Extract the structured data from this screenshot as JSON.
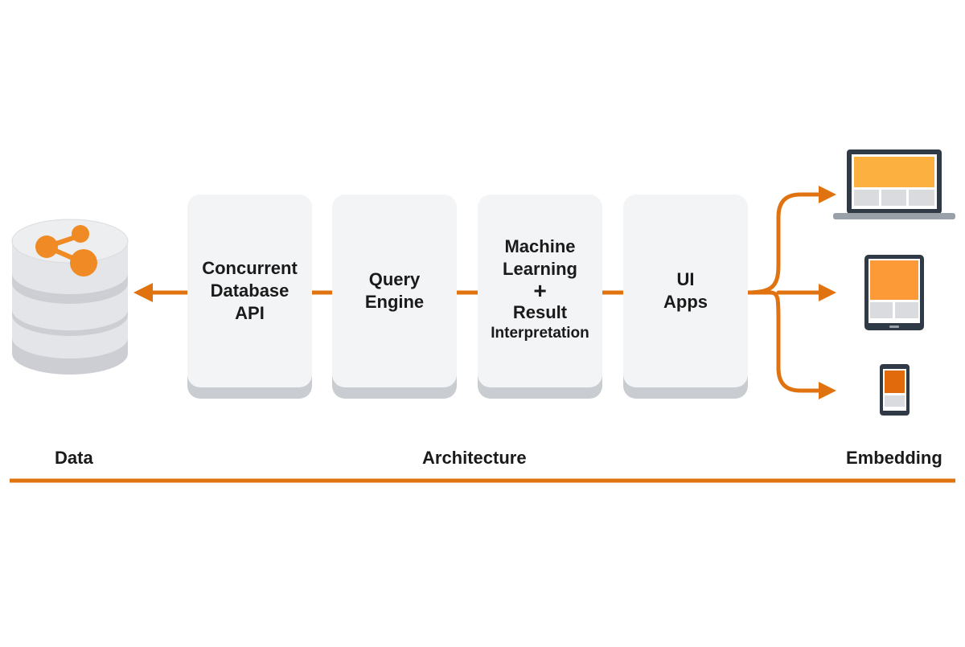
{
  "colors": {
    "accent": "#E07310",
    "box_fill": "#F3F4F6",
    "box_shadow": "#C9CCD1",
    "db_fill": "#E4E5E8",
    "db_edge": "#CCCED3",
    "device_frame": "#2F3A46",
    "screen_laptop_top": "#FBB040",
    "screen_tablet_top": "#FB9A37",
    "screen_phone_top": "#E06A0C",
    "screen_tile": "#D9DBDF"
  },
  "boxes": [
    {
      "lines": [
        "Concurrent",
        "Database",
        "API"
      ]
    },
    {
      "lines": [
        "Query",
        "Engine"
      ]
    },
    {
      "lines": [
        "Machine",
        "Learning"
      ],
      "plus": "+",
      "extra": [
        "Result"
      ],
      "small": "Interpretation"
    },
    {
      "lines": [
        "UI",
        "Apps"
      ]
    }
  ],
  "sections": {
    "left": "Data",
    "middle": "Architecture",
    "right": "Embedding"
  },
  "icons": {
    "database": "database-share-icon",
    "laptop": "laptop-icon",
    "tablet": "tablet-icon",
    "phone": "phone-icon"
  }
}
